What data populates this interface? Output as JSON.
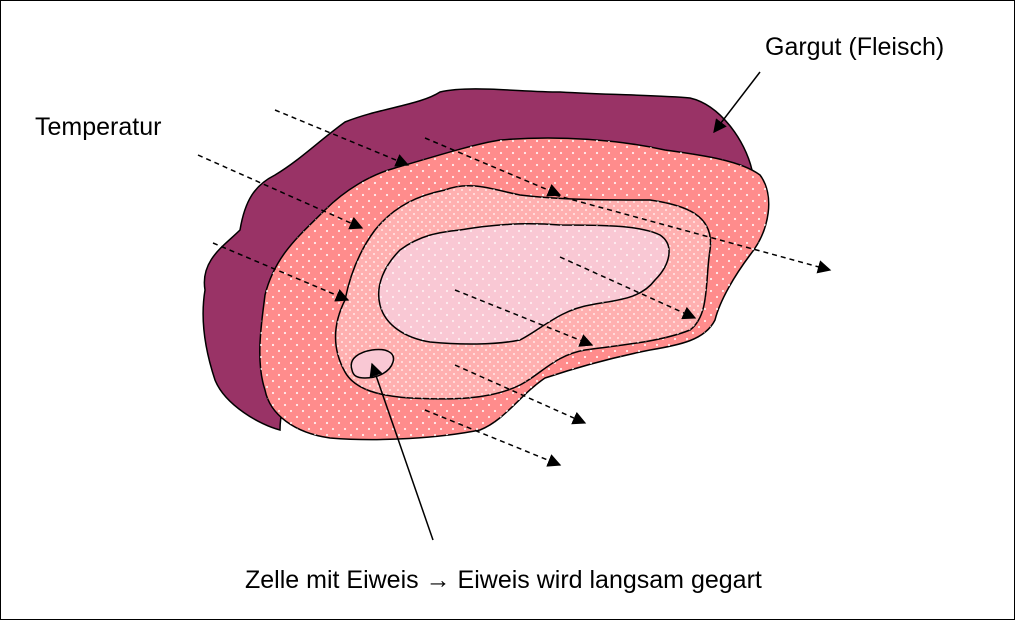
{
  "labels": {
    "meat": "Gargut (Fleisch)",
    "temperature": "Temperatur",
    "cell": "Zelle mit Eiweis → Eiweis wird langsam gegart"
  },
  "colors": {
    "crust": "#993366",
    "outer_layer": "#ff8c8c",
    "middle_layer": "#ffb0b0",
    "core": "#f9c8d4",
    "cell": "#f9c8d4",
    "outline": "#000000"
  }
}
